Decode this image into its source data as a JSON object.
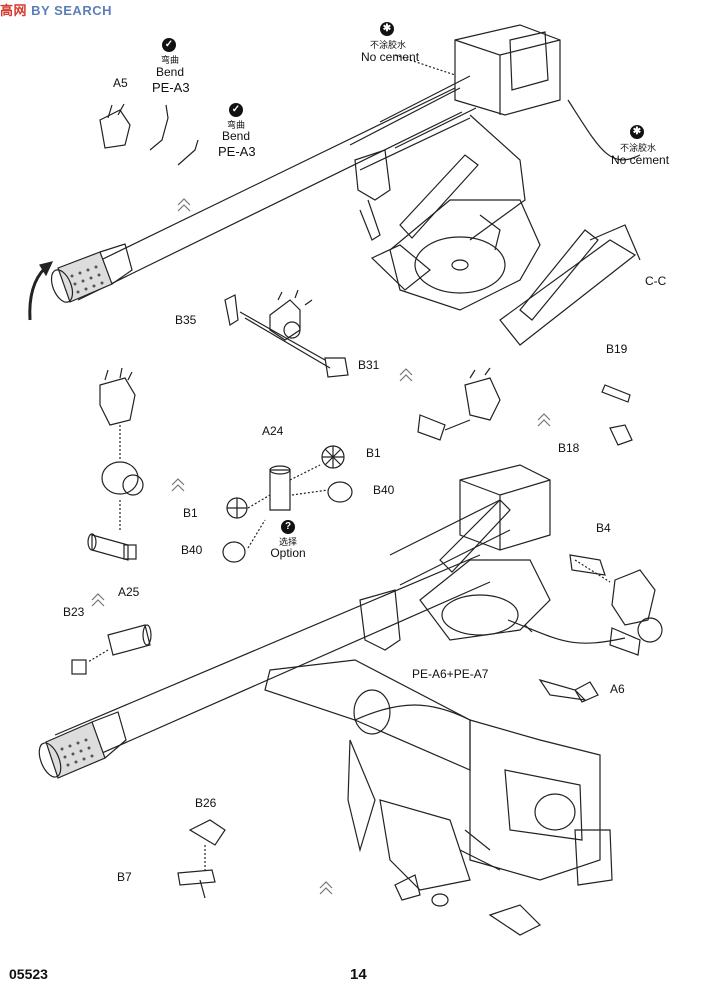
{
  "watermark": {
    "cn": "高",
    "cn2": "网",
    "text": "BY SEARCH"
  },
  "labels": {
    "a5": "A5",
    "bend1_cn": "弯曲",
    "bend1": "Bend",
    "pe_a3_top": "PE-A3",
    "bend2_cn": "弯曲",
    "bend2": "Bend",
    "pe_a3_mid": "PE-A3",
    "nocement1_cn": "不涂胶水",
    "nocement1": "No cement",
    "nocement2_cn": "不涂胶水",
    "nocement2": "No cement",
    "cc": "C-C",
    "b35": "B35",
    "b31": "B31",
    "b19": "B19",
    "b18": "B18",
    "a24": "A24",
    "b1_right": "B1",
    "b40_right": "B40",
    "b1_left": "B1",
    "b40_left": "B40",
    "option_cn": "选择",
    "option": "Option",
    "b4": "B4",
    "a25": "A25",
    "b23": "B23",
    "pe_a6_a7": "PE-A6+PE-A7",
    "a6": "A6",
    "b26": "B26",
    "b7": "B7"
  },
  "icons": {
    "bend": "bend-icon",
    "no_cement": "no-cement-icon",
    "option": "option-icon"
  },
  "footer": {
    "code": "05523",
    "page": "14"
  }
}
